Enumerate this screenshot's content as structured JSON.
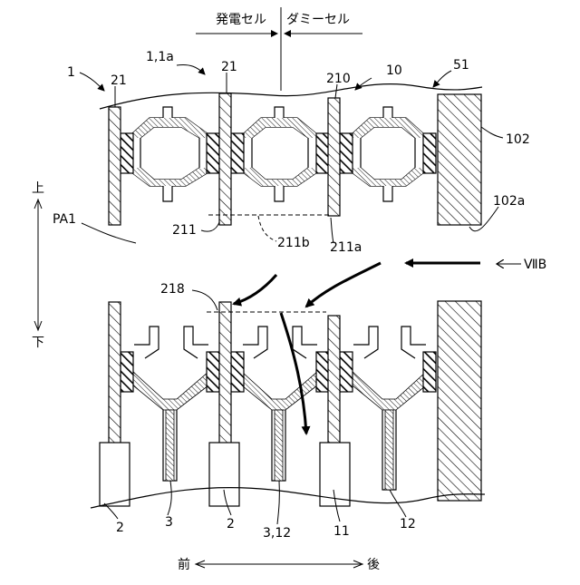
{
  "figure": {
    "header_left": "発電セル",
    "header_right": "ダミーセル",
    "direction_up": "上",
    "direction_down": "下",
    "direction_front": "前",
    "direction_back": "後",
    "view_marker": "ⅦB"
  },
  "labels": {
    "l1": "1",
    "l1_1a": "1,1a",
    "l21_a": "21",
    "l21_b": "21",
    "l210": "210",
    "l10": "10",
    "l51": "51",
    "l102": "102",
    "l102a": "102a",
    "lPA1": "PA1",
    "l211": "211",
    "l211b": "211b",
    "l211a": "211a",
    "l218": "218",
    "l2_a": "2",
    "l3": "3",
    "l2_b": "2",
    "l3_12": "3,12",
    "l11": "11",
    "l12": "12"
  },
  "colors": {
    "stroke": "#000000",
    "background": "#ffffff"
  }
}
